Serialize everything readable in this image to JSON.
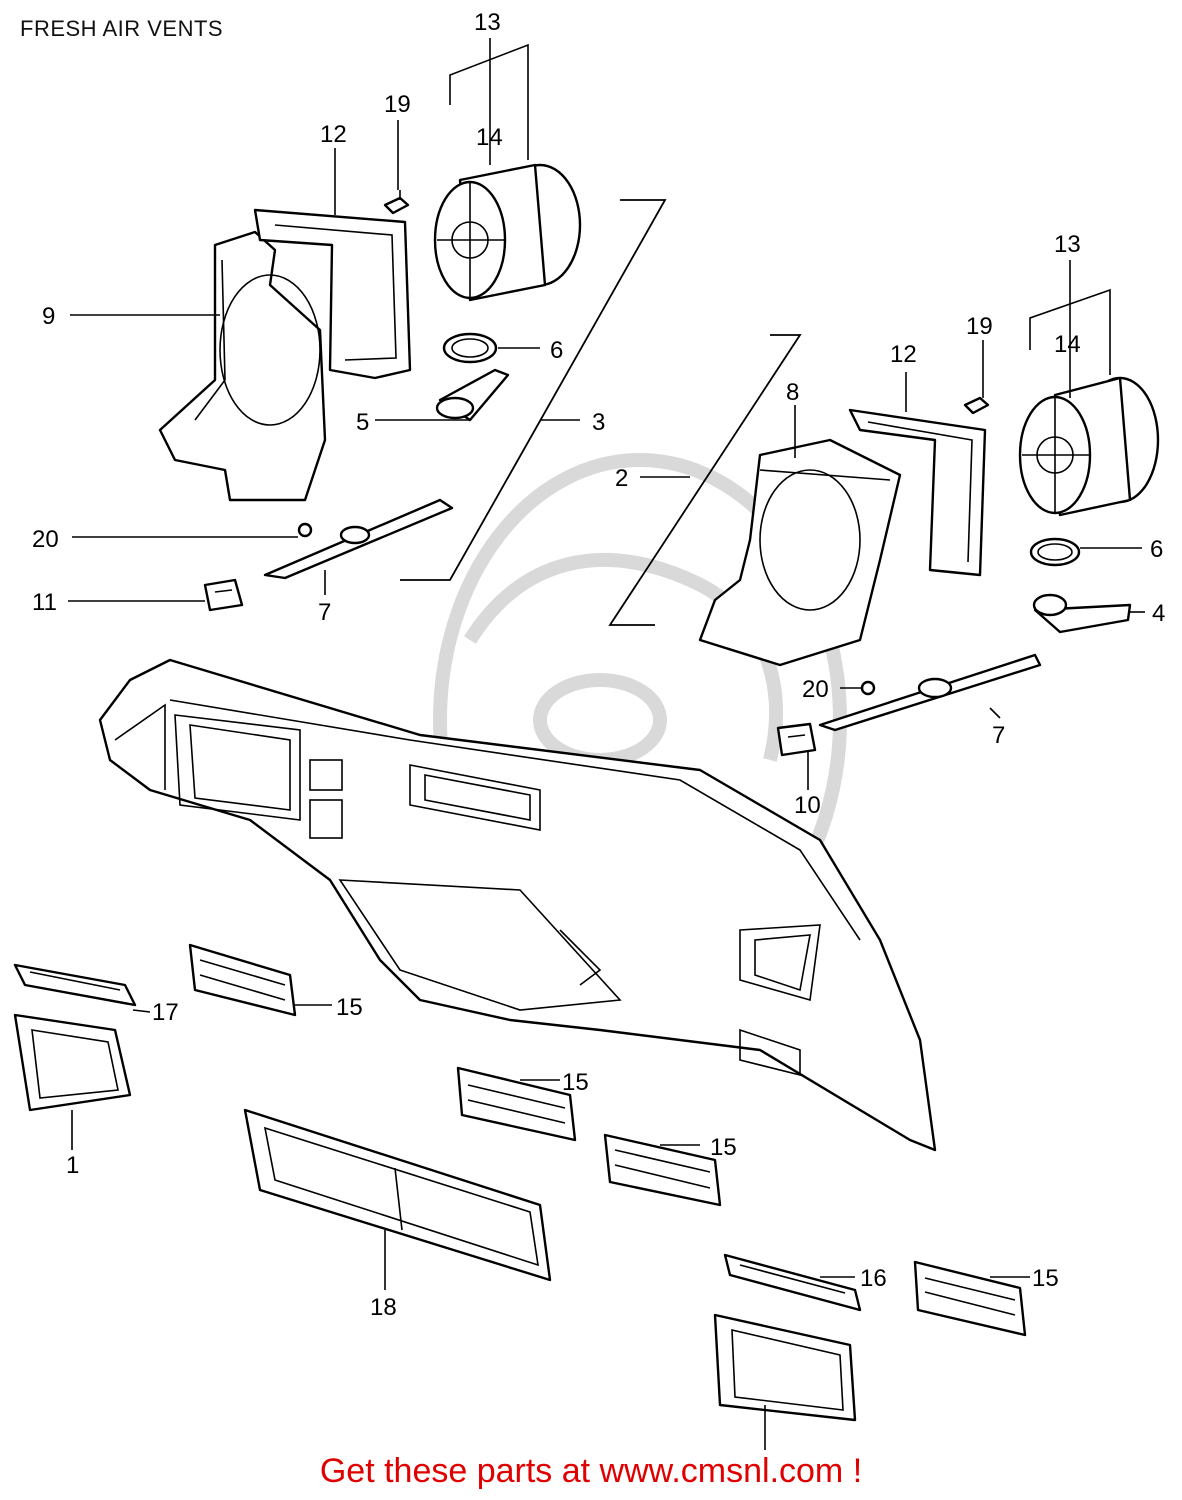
{
  "title": "FRESH AIR VENTS",
  "footer": {
    "link_text": "Get these parts at www.cmsnl.com !",
    "color": "#e00000"
  },
  "callouts": {
    "c1": "1",
    "c2": "2",
    "c3": "3",
    "c4": "4",
    "c5": "5",
    "c6": "6",
    "c7": "7",
    "c8": "8",
    "c9": "9",
    "c10": "10",
    "c11": "11",
    "c12": "12",
    "c13": "13",
    "c14": "14",
    "c15": "15",
    "c16": "16",
    "c17": "17",
    "c18": "18",
    "c19": "19",
    "c20": "20"
  },
  "watermark_color": "#d9d9d9"
}
